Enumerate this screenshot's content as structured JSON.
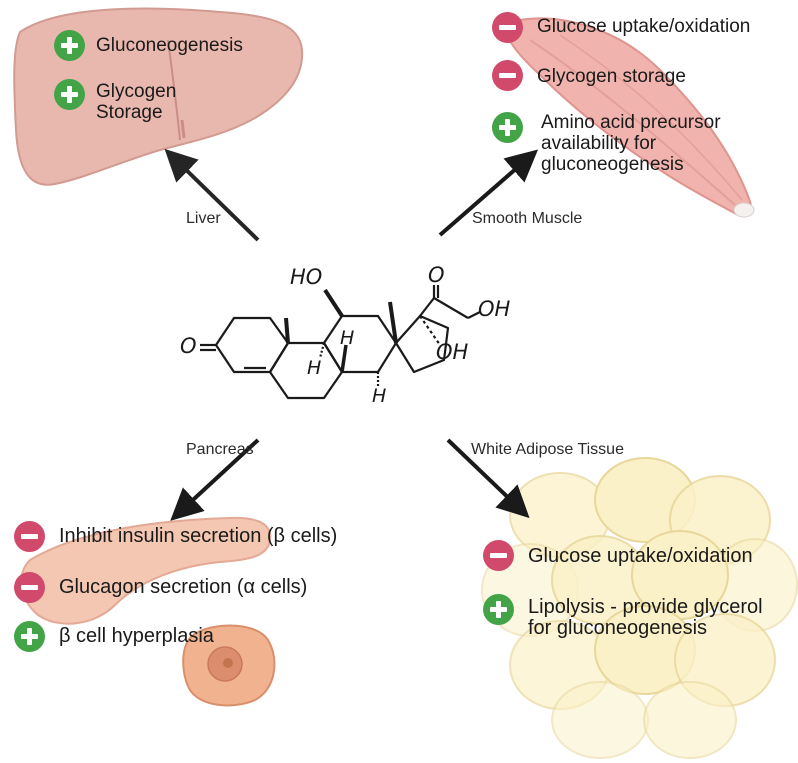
{
  "organs": {
    "liver": {
      "label": "Liver",
      "effects": [
        {
          "sign": "plus",
          "text": "Gluconeogenesis"
        },
        {
          "sign": "plus",
          "text": "Glycogen\nStorage"
        }
      ]
    },
    "muscle": {
      "label": "Smooth Muscle",
      "effects": [
        {
          "sign": "minus",
          "text": "Glucose uptake/oxidation"
        },
        {
          "sign": "minus",
          "text": "Glycogen storage"
        },
        {
          "sign": "plus",
          "text": "Amino acid precursor\navailability for\ngluconeogenesis"
        }
      ]
    },
    "pancreas": {
      "label": "Pancreas",
      "effects": [
        {
          "sign": "minus",
          "text": "Inhibit insulin secretion (β cells)"
        },
        {
          "sign": "minus",
          "text": "Glucagon secretion (α cells)"
        },
        {
          "sign": "plus",
          "text": "β cell hyperplasia"
        }
      ]
    },
    "adipose": {
      "label": "White Adipose Tissue",
      "effects": [
        {
          "sign": "minus",
          "text": "Glucose uptake/oxidation"
        },
        {
          "sign": "plus",
          "text": "Lipolysis - provide glycerol\nfor gluconeogenesis"
        }
      ]
    }
  },
  "molecule": {
    "atoms": {
      "ho_top": "HO",
      "o_ketone_left": "O",
      "o_ketone_right": "O",
      "oh_right": "OH",
      "oh_17": "OH",
      "h_9": "H",
      "h_8": "H",
      "h_14": "H"
    }
  },
  "colors": {
    "minus": "#d14a6b",
    "plus": "#43a447",
    "liver": "#e6b0a8",
    "muscle": "#f0b4ae",
    "pancreas": "#f3c6b0",
    "adipose": "#fbf1c6",
    "arrow": "#1a1a1a"
  }
}
